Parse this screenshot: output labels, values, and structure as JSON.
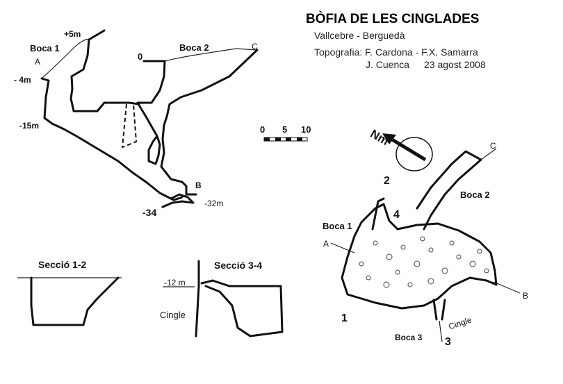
{
  "header": {
    "title": "BÒFIA DE LES CINGLADES",
    "location": "Vallcebre - Berguedà",
    "topography": "Topografia: F. Cardona - F.X. Samarra",
    "author2": "J. Cuenca",
    "date": "23 agost 2008"
  },
  "scale": {
    "t0": "0",
    "t5": "5",
    "t10": "10"
  },
  "profile": {
    "boca1": "Boca 1",
    "boca2": "Boca 2",
    "a": "A",
    "b": "B",
    "c": "C",
    "d_plus5": "+5m",
    "d_0": "0",
    "d_minus4": "- 4m",
    "d_minus15": "-15m",
    "d_minus32": "-32m",
    "d_minus34": "-34"
  },
  "section12": {
    "title": "Secció 1-2"
  },
  "section34": {
    "title": "Secció 3-4",
    "depth": "-12 m",
    "cingle": "Cingle"
  },
  "plan": {
    "north": "Nm",
    "boca1": "Boca 1",
    "boca2": "Boca 2",
    "boca3": "Boca 3",
    "a": "A",
    "b": "B",
    "c": "C",
    "n1": "1",
    "n2": "2",
    "n3": "3",
    "n4": "4",
    "cingle": "Cingle"
  }
}
